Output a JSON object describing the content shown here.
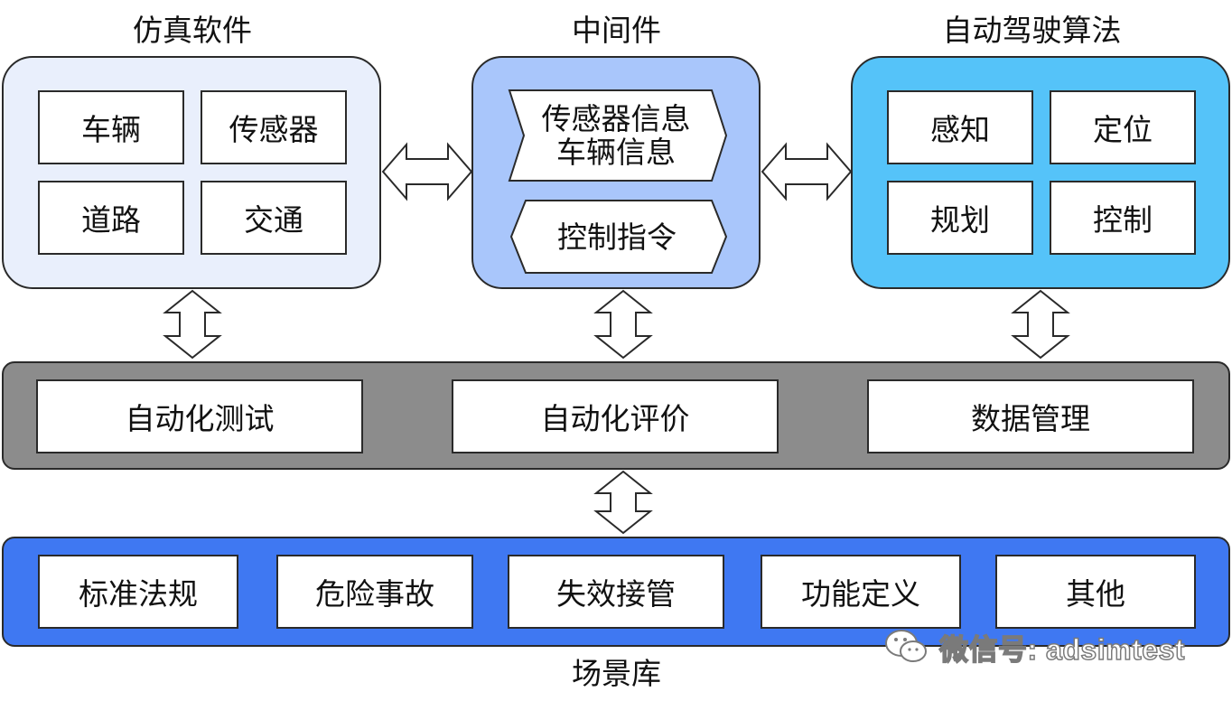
{
  "sim": {
    "title": "仿真软件",
    "items": [
      "车辆",
      "传感器",
      "道路",
      "交通"
    ]
  },
  "mid": {
    "title": "中间件",
    "upper_line1": "传感器信息",
    "upper_line2": "车辆信息",
    "lower": "控制指令"
  },
  "algo": {
    "title": "自动驾驶算法",
    "items": [
      "感知",
      "定位",
      "规划",
      "控制"
    ]
  },
  "platform": {
    "items": [
      "自动化测试",
      "自动化评价",
      "数据管理"
    ]
  },
  "scenario": {
    "title": "场景库",
    "items": [
      "标准法规",
      "危险事故",
      "失效接管",
      "功能定义",
      "其他"
    ]
  },
  "watermark": "微信号: adsimtest",
  "colors": {
    "sim_fill": "#e9effc",
    "mid_fill": "#a9c6fb",
    "algo_fill": "#55c3f9",
    "platform_fill": "#8c8c8c",
    "scenario_fill": "#3f78f2"
  }
}
